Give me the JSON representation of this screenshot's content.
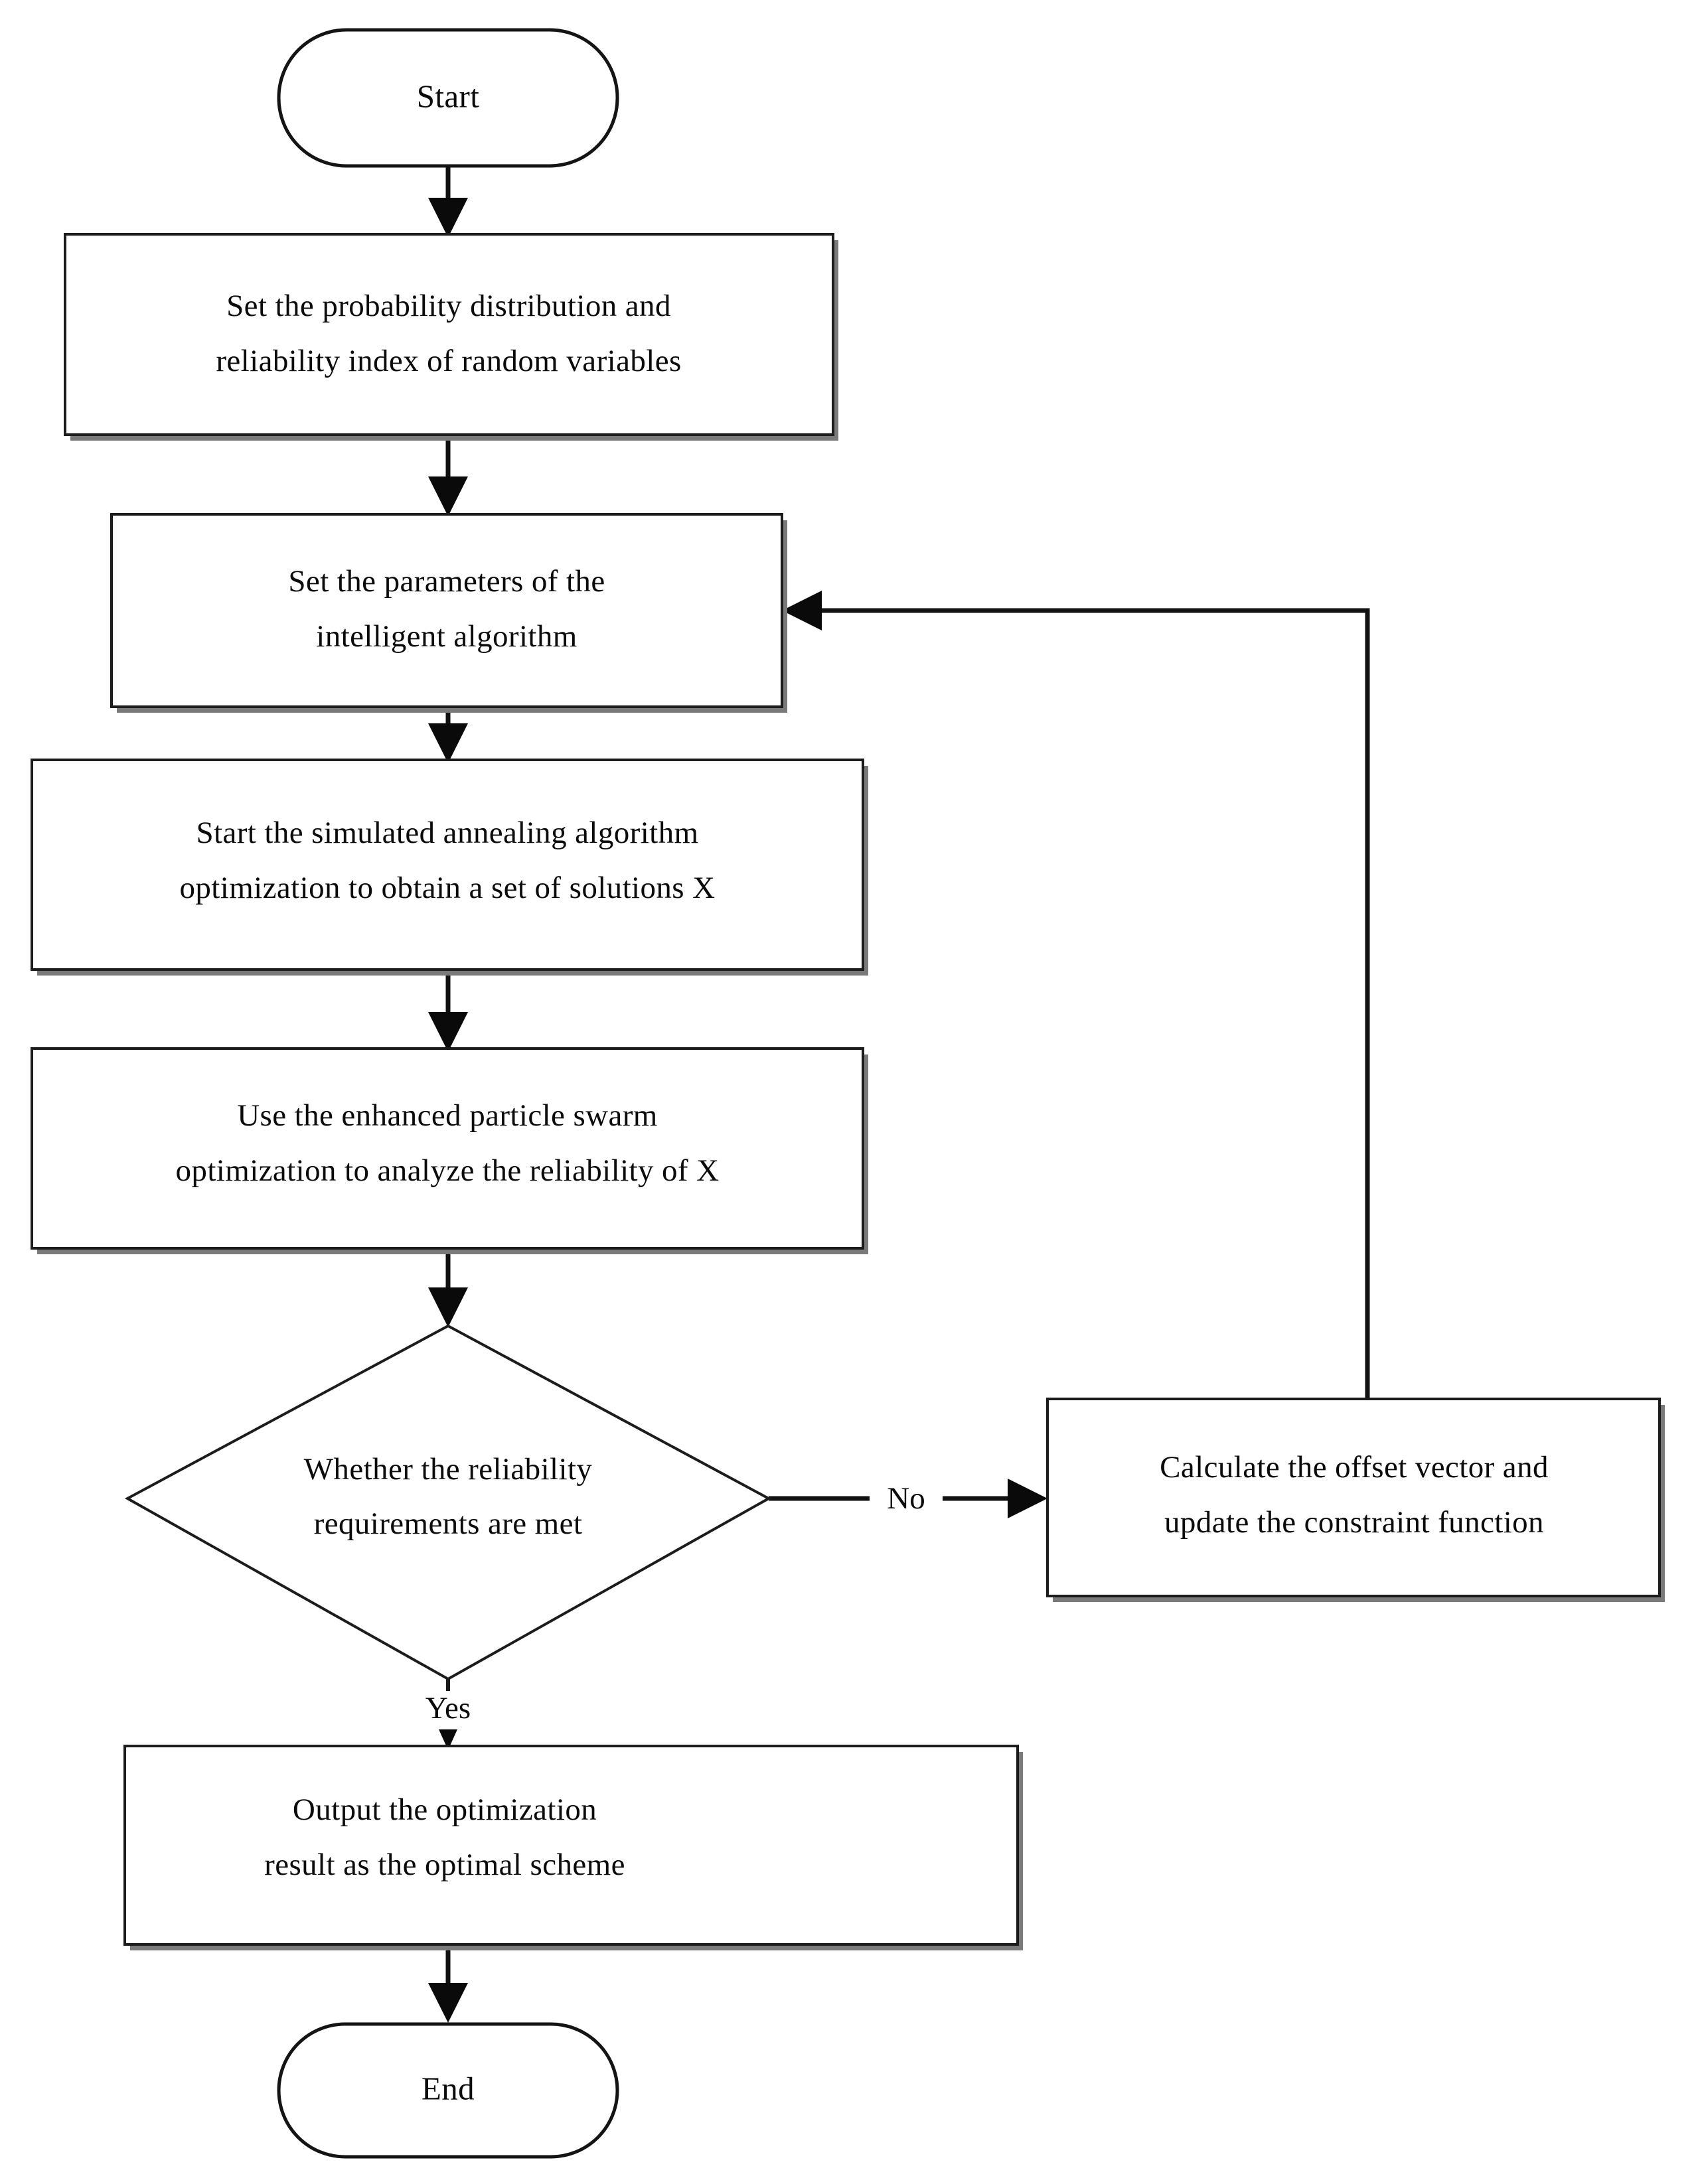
{
  "diagram": {
    "type": "flowchart",
    "orientation": "top-to-bottom",
    "background_color": "#ffffff",
    "line_color": "#111111",
    "text_color": "#0b0b0b",
    "nodes": [
      {
        "id": "start",
        "shape": "terminator",
        "label": "Start"
      },
      {
        "id": "set-distribution",
        "shape": "process",
        "line1": "Set the probability distribution and",
        "line2": "reliability index of random variables"
      },
      {
        "id": "set-parameters",
        "shape": "process",
        "line1": "Set the parameters of the",
        "line2": "intelligent algorithm"
      },
      {
        "id": "simulated-annealing",
        "shape": "process",
        "line1": "Start the simulated annealing algorithm",
        "line2": "optimization to obtain a set of solutions X"
      },
      {
        "id": "particle-swarm",
        "shape": "process",
        "line1": "Use the enhanced particle swarm",
        "line2": "optimization to analyze the reliability of X"
      },
      {
        "id": "reliability-decision",
        "shape": "decision",
        "line1": "Whether the reliability",
        "line2": "requirements are met"
      },
      {
        "id": "calculate-offset",
        "shape": "process",
        "line1": "Calculate the offset vector and",
        "line2": "update the constraint function"
      },
      {
        "id": "output-result",
        "shape": "process",
        "line1": "Output the optimization",
        "line2": "result as the optimal scheme"
      },
      {
        "id": "end",
        "shape": "terminator",
        "label": "End"
      }
    ],
    "edges": [
      {
        "id": "start-to-set-distribution",
        "from": "start",
        "to": "set-distribution",
        "label": ""
      },
      {
        "id": "set-distribution-to-set-parameters",
        "from": "set-distribution",
        "to": "set-parameters",
        "label": ""
      },
      {
        "id": "set-parameters-to-simulated-annealing",
        "from": "set-parameters",
        "to": "simulated-annealing",
        "label": ""
      },
      {
        "id": "simulated-annealing-to-particle-swarm",
        "from": "simulated-annealing",
        "to": "particle-swarm",
        "label": ""
      },
      {
        "id": "particle-swarm-to-decision",
        "from": "particle-swarm",
        "to": "reliability-decision",
        "label": ""
      },
      {
        "id": "decision-to-calculate-offset",
        "from": "reliability-decision",
        "to": "calculate-offset",
        "label": "No"
      },
      {
        "id": "decision-to-output-result",
        "from": "reliability-decision",
        "to": "output-result",
        "label": "Yes"
      },
      {
        "id": "calculate-offset-to-set-parameters",
        "from": "calculate-offset",
        "to": "set-parameters",
        "label": ""
      },
      {
        "id": "output-result-to-end",
        "from": "output-result",
        "to": "end",
        "label": ""
      }
    ]
  }
}
